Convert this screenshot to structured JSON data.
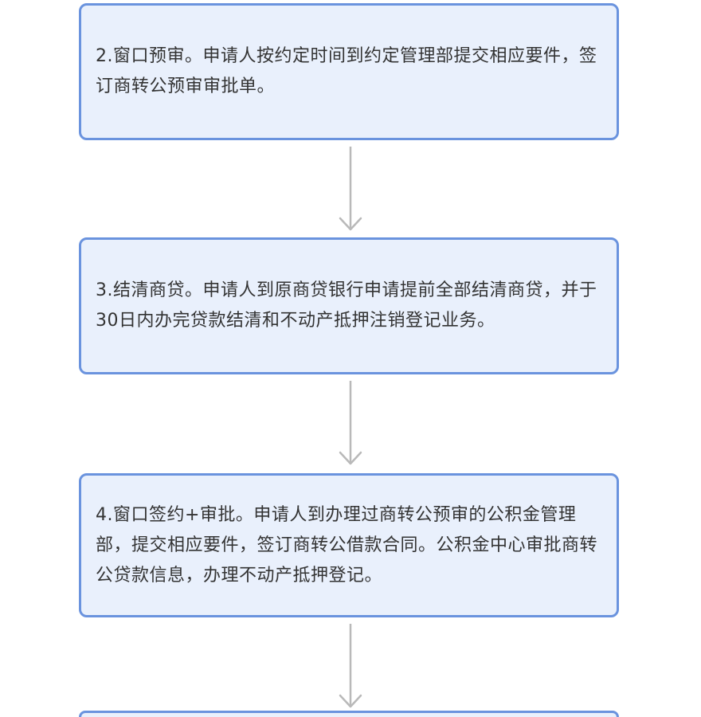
{
  "steps": [
    {
      "text": "2.窗口预审。申请人按约定时间到约定管理部提交相应要件，签订商转公预审审批单。"
    },
    {
      "text": "3.结清商贷。申请人到原商贷银行申请提前全部结清商贷，并于30日内办完贷款结清和不动产抵押注销登记业务。"
    },
    {
      "text": "4.窗口签约+审批。申请人到办理过商转公预审的公积金管理部，提交相应要件，签订商转公借款合同。公积金中心审批商转公贷款信息，办理不动产抵押登记。"
    }
  ],
  "colors": {
    "box_fill": "#e9f0fc",
    "box_border": "#6a93de",
    "arrow": "#b9b9b9",
    "text": "#333333"
  }
}
